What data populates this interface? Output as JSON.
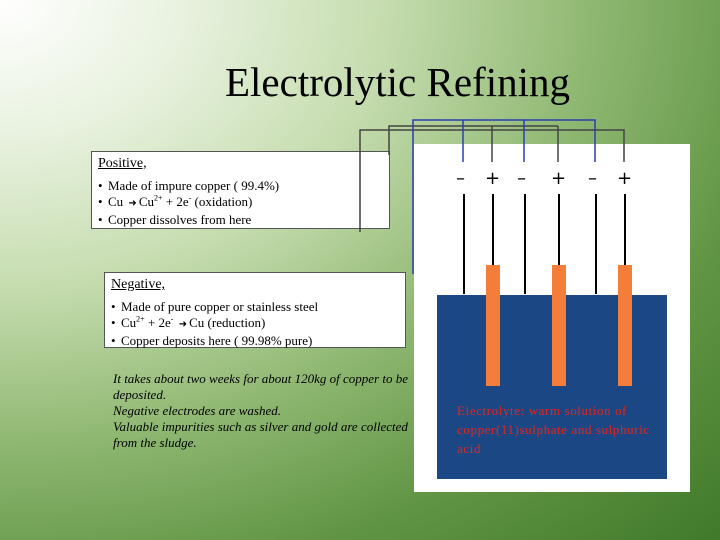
{
  "title": "Electrolytic Refining",
  "positive": {
    "heading": "Positive,",
    "items": [
      {
        "bullet": "•",
        "text": "Made of impure copper ( 99.4%)"
      },
      {
        "bullet": "•",
        "pre": "Cu",
        "post": "Cu",
        "charge": "2+",
        "rest": " + 2e",
        "rest_sup": "-",
        "rest_end": " (oxidation)"
      },
      {
        "bullet": "•",
        "text": "Copper dissolves from here"
      }
    ]
  },
  "negative": {
    "heading": "Negative,",
    "items": [
      {
        "bullet": "•",
        "text": "Made of pure copper or stainless steel"
      },
      {
        "bullet": "•",
        "pre": "Cu",
        "pre_sup": "2+",
        "mid": " + 2e",
        "mid_sup": "-",
        "post": "Cu (reduction)"
      },
      {
        "bullet": "•",
        "text": "Copper deposits here ( 99.98% pure)"
      }
    ]
  },
  "notes": [
    "It takes about two weeks for about 120kg of copper to be deposited.",
    "Negative electrodes are washed.",
    "Valuable impurities such as silver and gold are collected from the sludge."
  ],
  "electrode_signs": [
    "–",
    "+",
    "–",
    "+",
    "–",
    "+"
  ],
  "electrolyte": "Electrolyte: warm solution of copper(11)sulphate and sulphuric acid",
  "colors": {
    "tank": "#1c4785",
    "electrode": "#f47d3a",
    "wire_positive": "#444444",
    "wire_negative": "#2b3fae",
    "electrolyte_text": "#e2261d"
  },
  "icons": {
    "arrow": "right-arrow-icon"
  }
}
